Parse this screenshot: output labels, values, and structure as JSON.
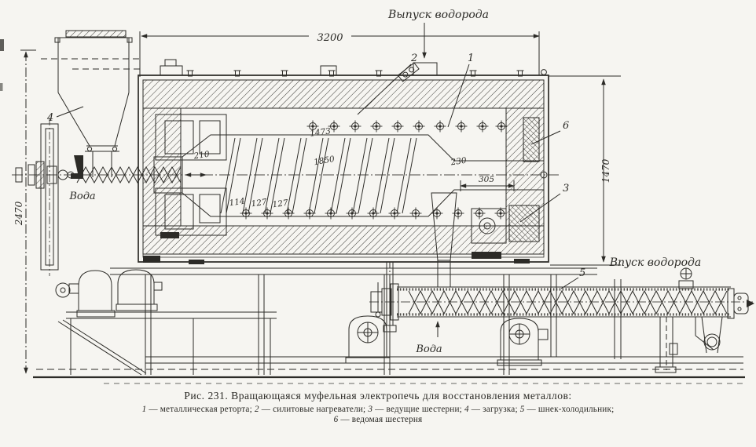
{
  "figure": {
    "caption": "Рис. 231. Вращающаяся муфельная электропечь для восстановления металлов:",
    "legend": {
      "items": [
        {
          "num": "1",
          "label": " — металлическая реторта; "
        },
        {
          "num": "2",
          "label": " — силитовые нагреватели; "
        },
        {
          "num": "3",
          "label": " — ведущие шестерни; "
        },
        {
          "num": "4",
          "label": " — загрузка; "
        },
        {
          "num": "5",
          "label": " — шнек-холодильник;"
        },
        {
          "num": "6",
          "label": " — ведомая шестерня"
        }
      ]
    }
  },
  "drawing": {
    "flow_labels": {
      "hydrogen_outlet": "Выпуск водорода",
      "hydrogen_inlet": "Впуск водорода",
      "water_left": "Вода",
      "water_bottom": "Вода"
    },
    "dimensions": {
      "overall_length": "3200",
      "furnace_height": "1470",
      "overall_height": "2470",
      "heater_zone_length": "1473",
      "screw_section_length": "1850",
      "left_neck": "210",
      "right_neck": "230",
      "discharge_section": "305",
      "chain": [
        "114",
        "127",
        "127"
      ]
    },
    "callouts": {
      "retort": "1",
      "heaters": "2",
      "drive_gears": "3",
      "loading": "4",
      "screw_cooler": "5",
      "driven_gear": "6"
    },
    "colors": {
      "ink": "#2c2b27",
      "paper": "#f6f5f1"
    }
  }
}
